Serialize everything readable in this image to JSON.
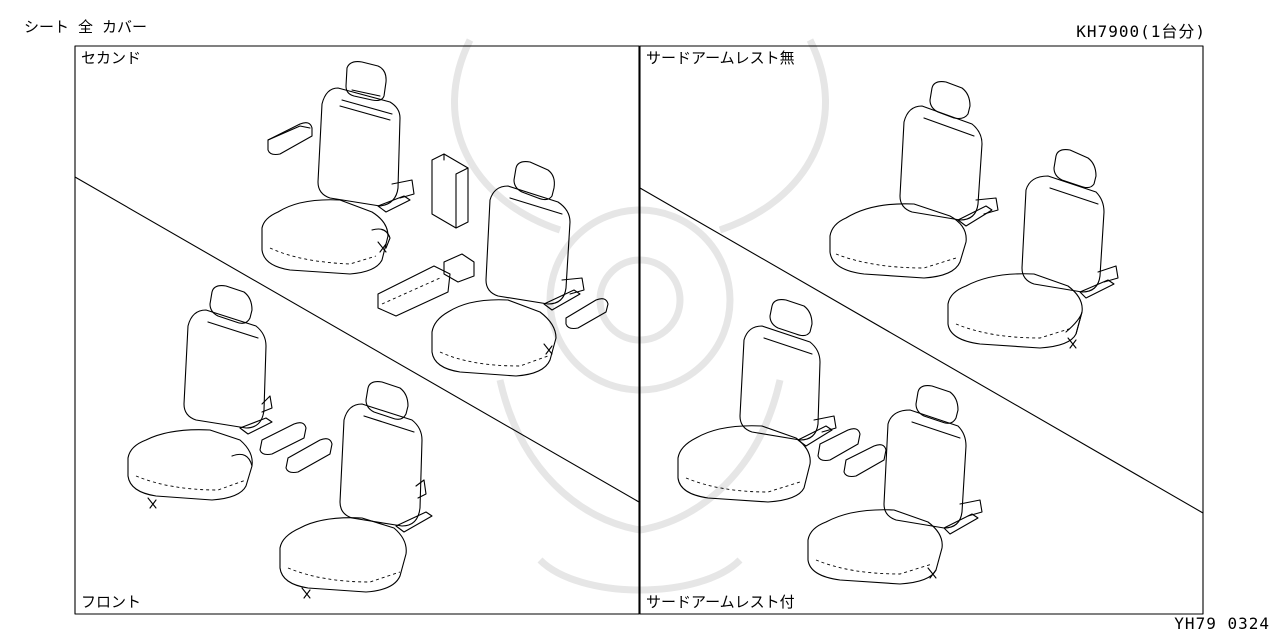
{
  "header": {
    "title": "シート 全 カバー",
    "code": "KH7900(1台分)",
    "ref": "YH79  0324"
  },
  "panels": {
    "second": "セカンド",
    "front": "フロント",
    "third_no_armrest": "サードアームレスト無",
    "third_with_armrest": "サードアームレスト付"
  },
  "colors": {
    "line": "#000000",
    "watermark": "#e6e6e6",
    "background": "#ffffff"
  }
}
